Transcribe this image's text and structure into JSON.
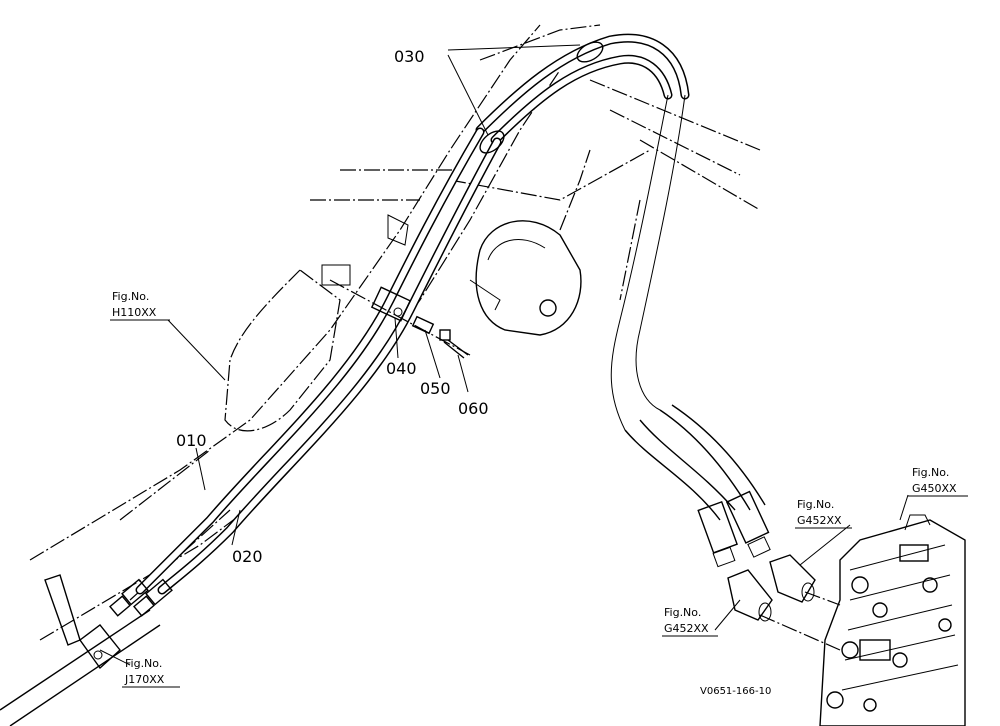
{
  "parts": {
    "p010": "010",
    "p020": "020",
    "p030": "030",
    "p040": "040",
    "p050": "050",
    "p060": "060"
  },
  "figure_refs": {
    "h110": {
      "prefix": "Fig.No.",
      "code": "H110XX"
    },
    "j170": {
      "prefix": "Fig.No.",
      "code": "J170XX"
    },
    "g450": {
      "prefix": "Fig.No.",
      "code": "G450XX"
    },
    "g452_upper": {
      "prefix": "Fig.No.",
      "code": "G452XX"
    },
    "g452_lower": {
      "prefix": "Fig.No.",
      "code": "G452XX"
    }
  },
  "drawing_code": "V0651-166-10"
}
